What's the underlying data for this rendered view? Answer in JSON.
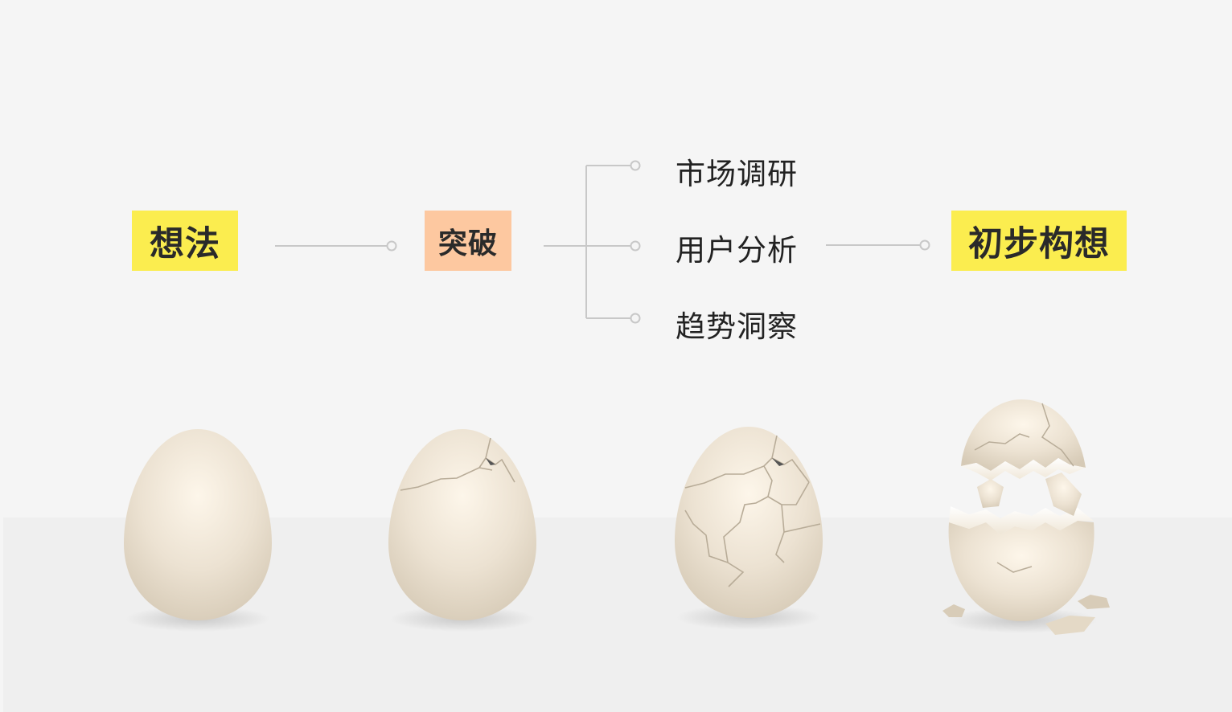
{
  "flow": {
    "idea": "想法",
    "breakthrough": "突破",
    "branches": [
      "市场调研",
      "用户分析",
      "趋势洞察"
    ],
    "concept": "初步构想"
  },
  "colors": {
    "background": "#f5f5f5",
    "floor": "#efefef",
    "highlight_yellow": "#fbed4f",
    "highlight_peach": "#fdc8a0",
    "connector": "#c8c8c8",
    "egg_shell": "#ece2d2"
  },
  "eggs": [
    {
      "stage": "intact"
    },
    {
      "stage": "small-crack"
    },
    {
      "stage": "many-cracks"
    },
    {
      "stage": "broken-open"
    }
  ]
}
